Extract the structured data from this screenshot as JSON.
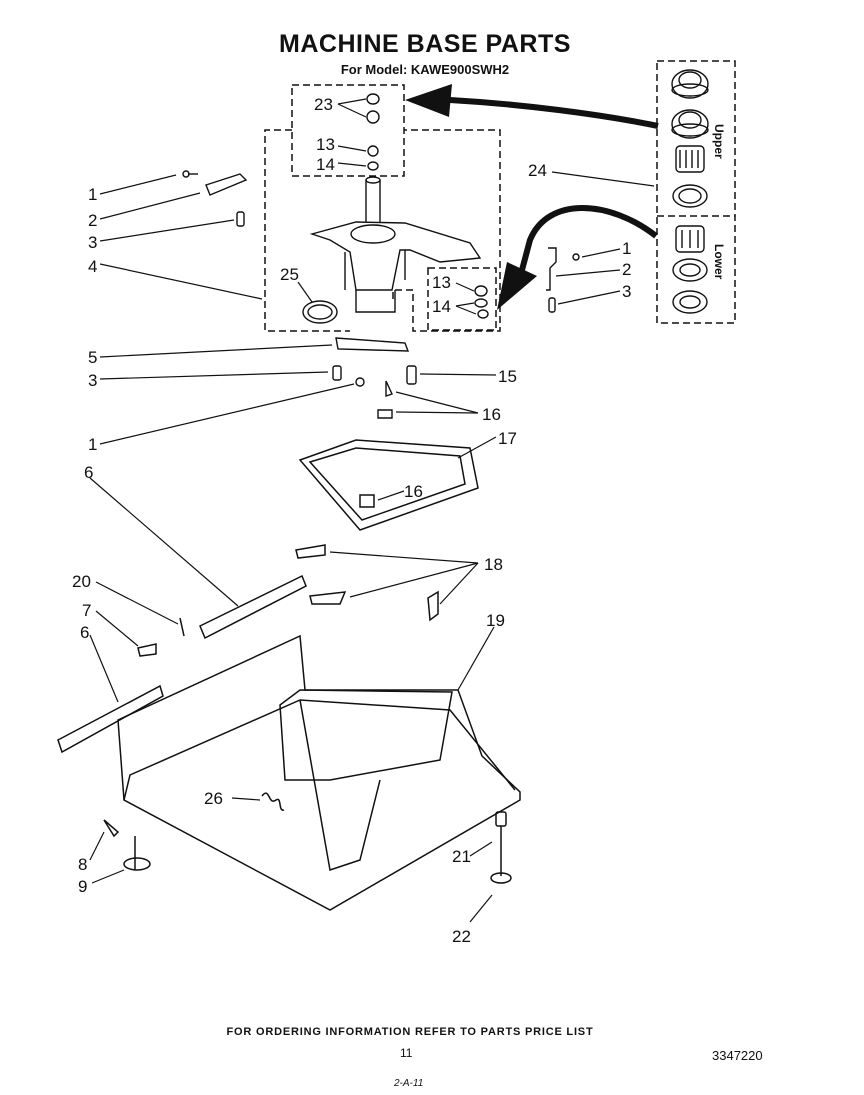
{
  "title": "MACHINE BASE PARTS",
  "subtitle": "For Model: KAWE900SWH2",
  "bearing_labels": {
    "upper": "Upper",
    "lower": "Lower"
  },
  "callouts": [
    {
      "id": "c1a",
      "text": "1"
    },
    {
      "id": "c2a",
      "text": "2"
    },
    {
      "id": "c3a",
      "text": "3"
    },
    {
      "id": "c4",
      "text": "4"
    },
    {
      "id": "c23",
      "text": "23"
    },
    {
      "id": "c13a",
      "text": "13"
    },
    {
      "id": "c14a",
      "text": "14"
    },
    {
      "id": "c25",
      "text": "25"
    },
    {
      "id": "c24",
      "text": "24"
    },
    {
      "id": "c1b",
      "text": "1"
    },
    {
      "id": "c2b",
      "text": "2"
    },
    {
      "id": "c3b",
      "text": "3"
    },
    {
      "id": "c13b",
      "text": "13"
    },
    {
      "id": "c14b",
      "text": "14"
    },
    {
      "id": "c5",
      "text": "5"
    },
    {
      "id": "c3c",
      "text": "3"
    },
    {
      "id": "c15",
      "text": "15"
    },
    {
      "id": "c1c",
      "text": "1"
    },
    {
      "id": "c16a",
      "text": "16"
    },
    {
      "id": "c17",
      "text": "17"
    },
    {
      "id": "c6a",
      "text": "6"
    },
    {
      "id": "c16b",
      "text": "16"
    },
    {
      "id": "c20",
      "text": "20"
    },
    {
      "id": "c18",
      "text": "18"
    },
    {
      "id": "c7",
      "text": "7"
    },
    {
      "id": "c6b",
      "text": "6"
    },
    {
      "id": "c19",
      "text": "19"
    },
    {
      "id": "c26",
      "text": "26"
    },
    {
      "id": "c8",
      "text": "8"
    },
    {
      "id": "c9",
      "text": "9"
    },
    {
      "id": "c21",
      "text": "21"
    },
    {
      "id": "c22",
      "text": "22"
    }
  ],
  "footer": "FOR ORDERING INFORMATION REFER TO PARTS PRICE LIST",
  "page_number": "11",
  "part_number": "3347220",
  "revision": "2-A-11"
}
